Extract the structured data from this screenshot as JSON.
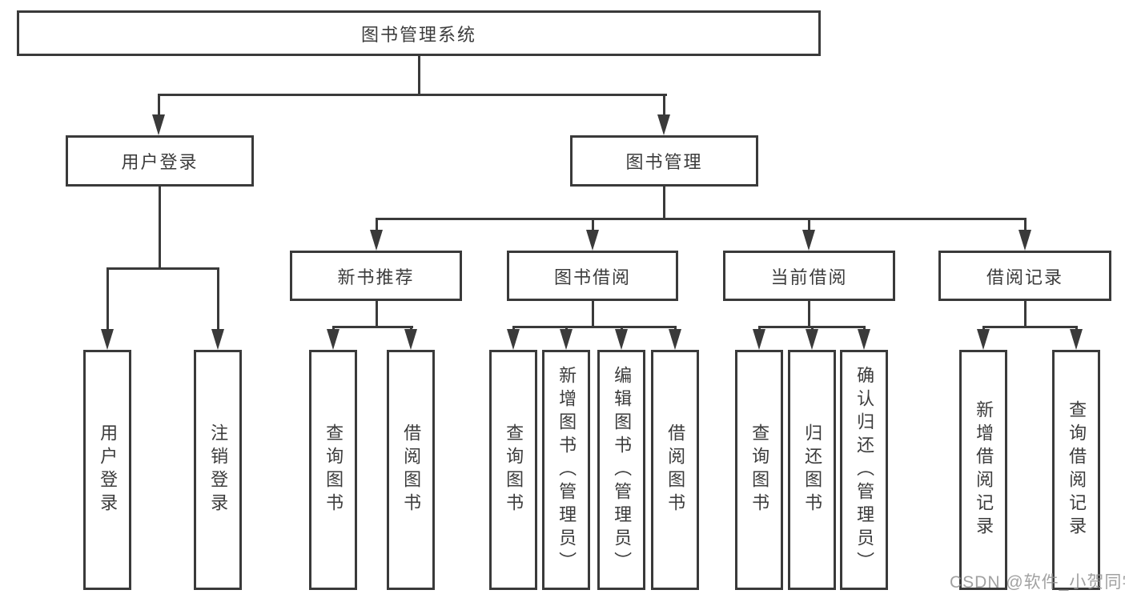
{
  "diagram": {
    "root": {
      "label": "图书管理系统"
    },
    "level2": [
      {
        "label": "用户登录",
        "children": [
          {
            "label": "用户登录"
          },
          {
            "label": "注销登录"
          }
        ]
      },
      {
        "label": "图书管理",
        "children": [
          {
            "label": "新书推荐",
            "children": [
              {
                "label": "查询图书"
              },
              {
                "label": "借阅图书"
              }
            ]
          },
          {
            "label": "图书借阅",
            "children": [
              {
                "label": "查询图书"
              },
              {
                "label": "新增图书（管理员）"
              },
              {
                "label": "编辑图书（管理员）"
              },
              {
                "label": "借阅图书"
              }
            ]
          },
          {
            "label": "当前借阅",
            "children": [
              {
                "label": "查询图书"
              },
              {
                "label": "归还图书"
              },
              {
                "label": "确认归还（管理员）"
              }
            ]
          },
          {
            "label": "借阅记录",
            "children": [
              {
                "label": "新增借阅记录"
              },
              {
                "label": "查询借阅记录"
              }
            ]
          }
        ]
      }
    ],
    "colors": {
      "line": "#3a3a3a",
      "box_border": "#3a3a3a",
      "text": "#3c3c3c",
      "background": "#ffffff",
      "watermark": "#919191"
    }
  },
  "watermark": {
    "text": "CSDN @软件_小贺同学"
  }
}
